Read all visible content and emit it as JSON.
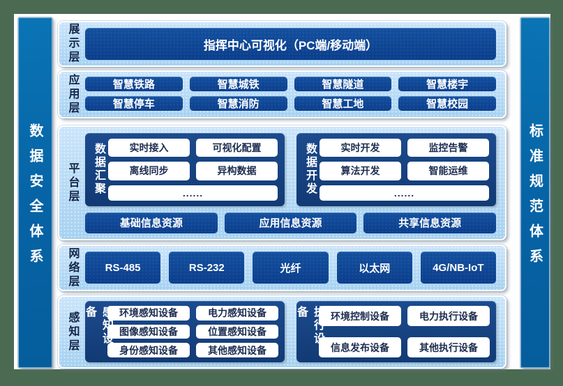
{
  "left_bar": {
    "label": "数据安全体系"
  },
  "right_bar": {
    "label": "标准规范体系"
  },
  "display": {
    "label": "展示层",
    "title": "指挥中心可视化（PC端/移动端）"
  },
  "application": {
    "label": "应用层",
    "boxes": [
      "智慧铁路",
      "智慧城铁",
      "智慧隧道",
      "智慧楼宇",
      "智慧停车",
      "智慧消防",
      "智慧工地",
      "智慧校园"
    ]
  },
  "platform": {
    "label": "平台层",
    "aggregation": {
      "label": "数据汇聚",
      "items": [
        "实时接入",
        "可视化配置",
        "离线同步",
        "异构数据",
        "......"
      ]
    },
    "development": {
      "label": "数据开发",
      "items": [
        "实时开发",
        "监控告警",
        "算法开发",
        "智能运维",
        "......"
      ]
    },
    "resources": [
      "基础信息资源",
      "应用信息资源",
      "共享信息资源"
    ]
  },
  "network": {
    "label": "网络层",
    "boxes": [
      "RS-485",
      "RS-232",
      "光纤",
      "以太网",
      "4G/NB-IoT"
    ]
  },
  "perception": {
    "label": "感知层",
    "sensing": {
      "label": "感知设备",
      "items": [
        "环境感知设备",
        "电力感知设备",
        "图像感知设备",
        "位置感知设备",
        "身份感知设备",
        "其他感知设备"
      ]
    },
    "execution": {
      "label": "执行设备",
      "items": [
        "环境控制设备",
        "电力执行设备",
        "信息发布设备",
        "其他执行设备"
      ]
    }
  },
  "colors": {
    "frame_green": "#4a6b52",
    "canvas_white": "#ffffff",
    "container_light_blue": "#a9d3f2",
    "box_blue": "#0d4694",
    "panel_navy": "#164180",
    "sidebar_blue": "#0766a8",
    "label_navy": "#14254a"
  }
}
